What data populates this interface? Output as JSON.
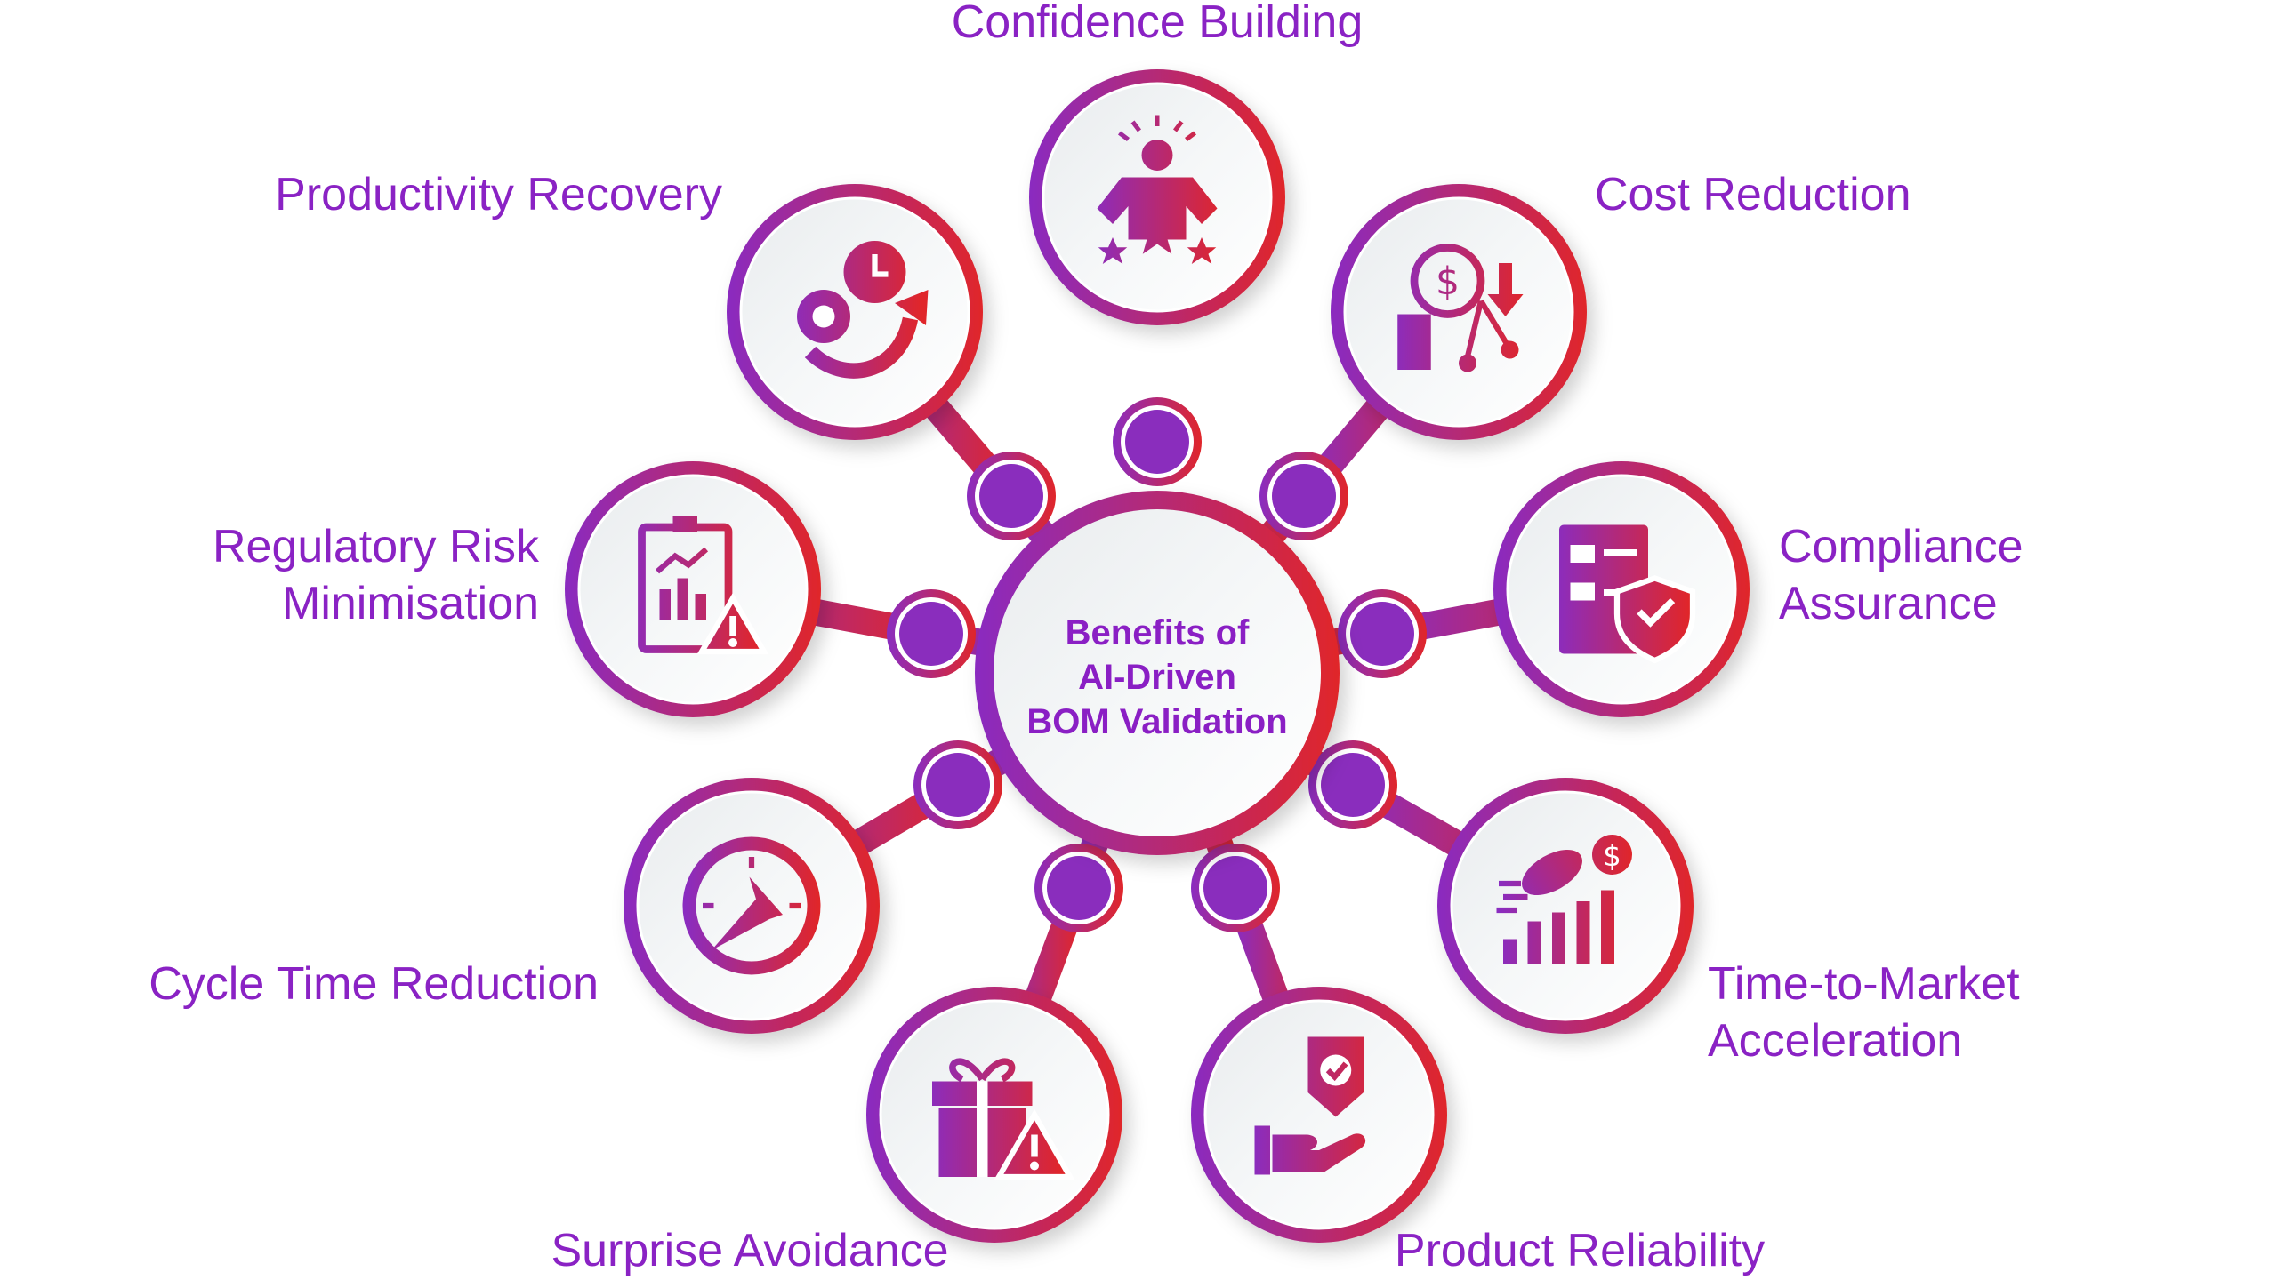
{
  "center": {
    "lines": [
      "Benefits of",
      "AI-Driven",
      "BOM Validation"
    ]
  },
  "colors": {
    "purple": "#8a2cc0",
    "red": "#e0262a",
    "label": "#8a22c4",
    "dot": "#8a2dbd"
  },
  "benefits": [
    {
      "label": [
        "Confidence Building"
      ],
      "icon": "confident-person-icon"
    },
    {
      "label": [
        "Cost Reduction"
      ],
      "icon": "cost-reduction-icon"
    },
    {
      "label": [
        "Compliance",
        "Assurance"
      ],
      "icon": "compliance-checklist-shield-icon"
    },
    {
      "label": [
        "Time-to-Market",
        "Acceleration"
      ],
      "icon": "rocket-growth-icon"
    },
    {
      "label": [
        "Product Reliability"
      ],
      "icon": "shield-hand-icon"
    },
    {
      "label": [
        "Surprise Avoidance"
      ],
      "icon": "gift-warning-icon"
    },
    {
      "label": [
        "Cycle Time Reduction"
      ],
      "icon": "stopwatch-icon"
    },
    {
      "label": [
        "Regulatory Risk",
        "Minimisation"
      ],
      "icon": "clipboard-risk-icon"
    },
    {
      "label": [
        "Productivity Recovery"
      ],
      "icon": "gears-clock-icon"
    }
  ]
}
